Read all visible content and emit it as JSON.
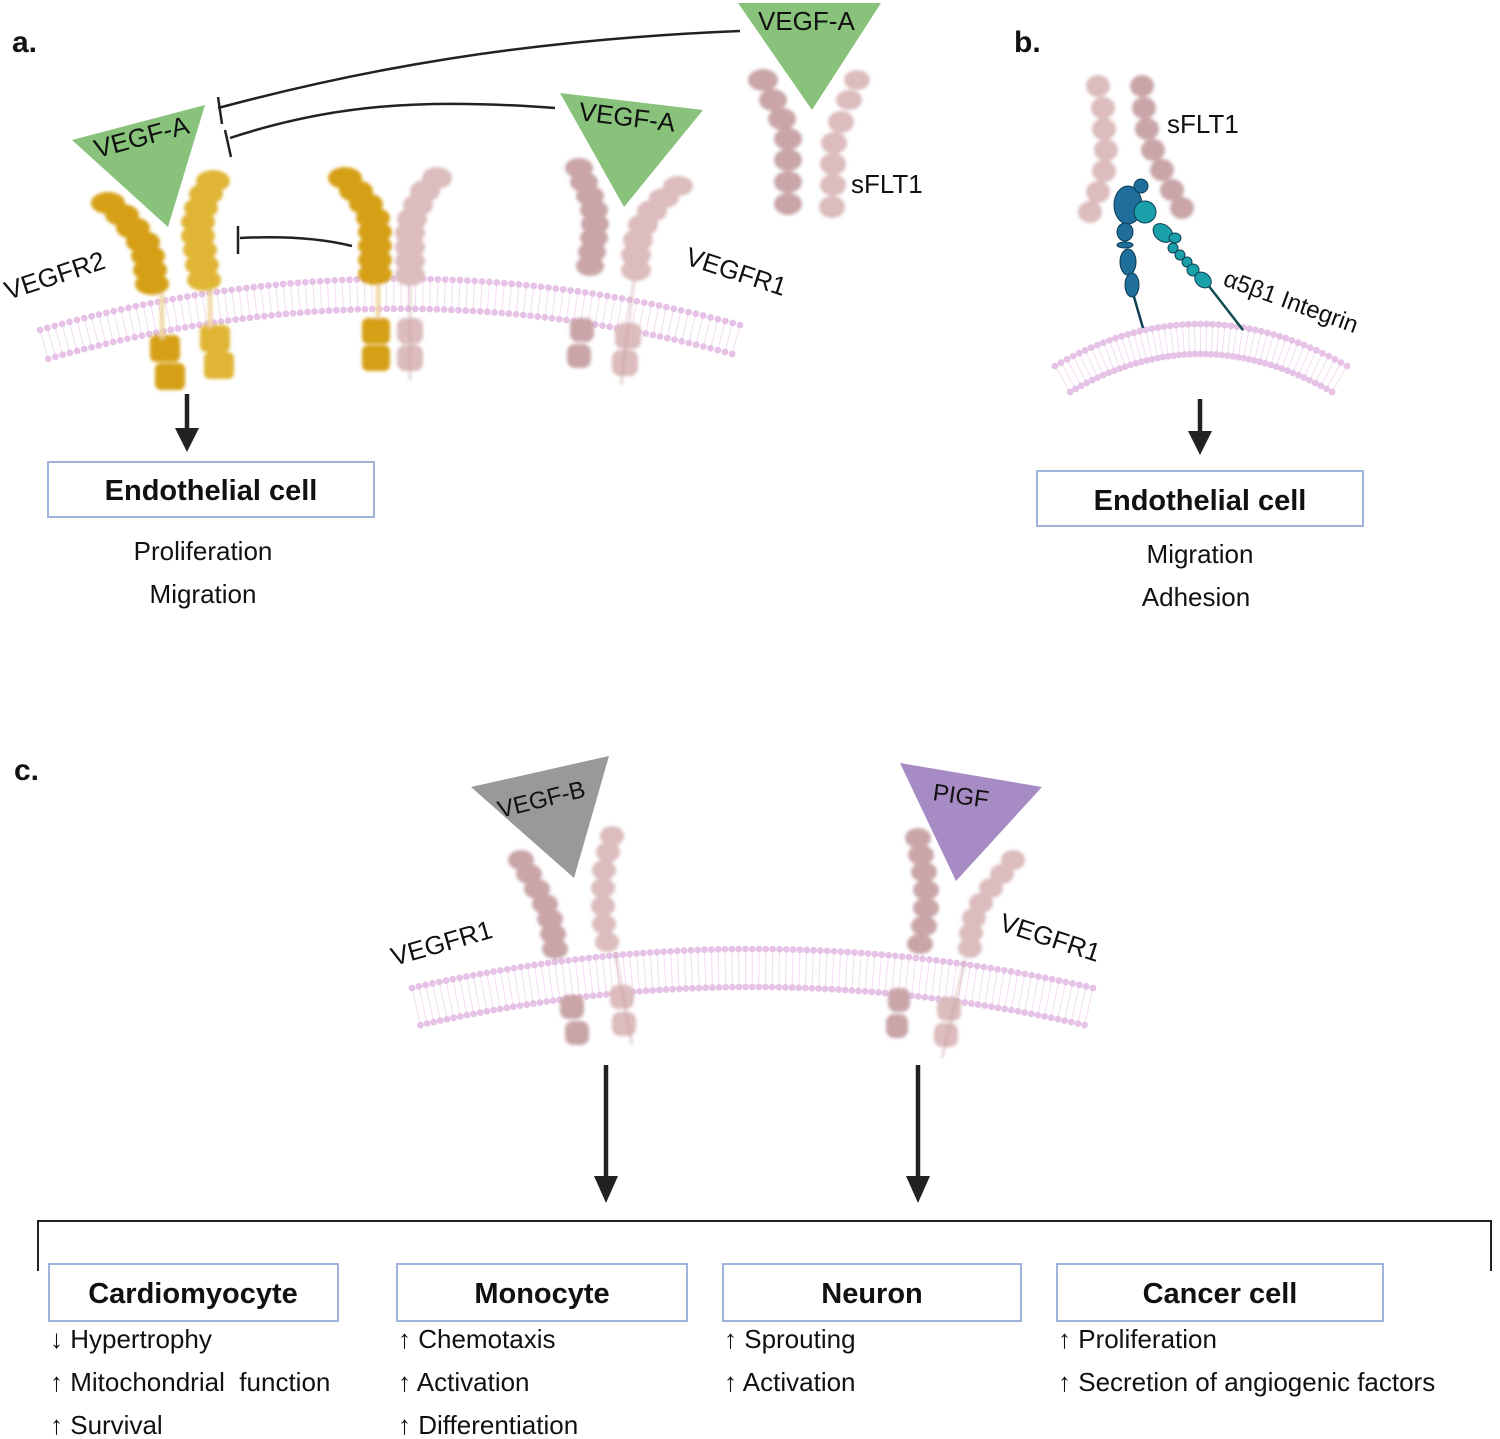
{
  "panels": {
    "a": {
      "label": "a.",
      "ligands": [
        "VEGF-A",
        "VEGF-A",
        "VEGF-A"
      ],
      "receptors": {
        "vegfr2": "VEGFR2",
        "vegfr1": "VEGFR1",
        "sflt1": "sFLT1"
      },
      "target_box": "Endothelial cell",
      "effects": [
        "Proliferation",
        "Migration"
      ]
    },
    "b": {
      "label": "b.",
      "receptors": {
        "sflt1": "sFLT1",
        "integrin": "α5β1 Integrin"
      },
      "target_box": "Endothelial cell",
      "effects": [
        "Migration",
        "Adhesion"
      ]
    },
    "c": {
      "label": "c.",
      "ligands": {
        "left": "VEGF-B",
        "right": "PIGF"
      },
      "receptors": {
        "left": "VEGFR1",
        "right": "VEGFR1"
      },
      "targets": [
        {
          "title": "Cardiomyocyte",
          "effects": [
            "↓ Hypertrophy",
            "↑ Mitochondrial  function",
            "↑ Survival"
          ]
        },
        {
          "title": "Monocyte",
          "effects": [
            "↑ Chemotaxis",
            "↑ Activation",
            "↑ Differentiation"
          ]
        },
        {
          "title": "Neuron",
          "effects": [
            "↑ Sprouting",
            "↑ Activation"
          ]
        },
        {
          "title": "Cancer cell",
          "effects": [
            "↑ Proliferation",
            "↑ Secretion of angiogenic factors"
          ]
        }
      ]
    }
  },
  "colors": {
    "vegf_a": "#88c27b",
    "vegf_b": "#999999",
    "pigf": "#a68bc4",
    "vegfr2": "#d6a014",
    "vegfr1": "#c9a5a8",
    "integrin_alpha": "#1f6e9c",
    "integrin_beta": "#1aa0a8",
    "membrane": "#e6c3e6",
    "box_border": "#9fb3dc"
  }
}
